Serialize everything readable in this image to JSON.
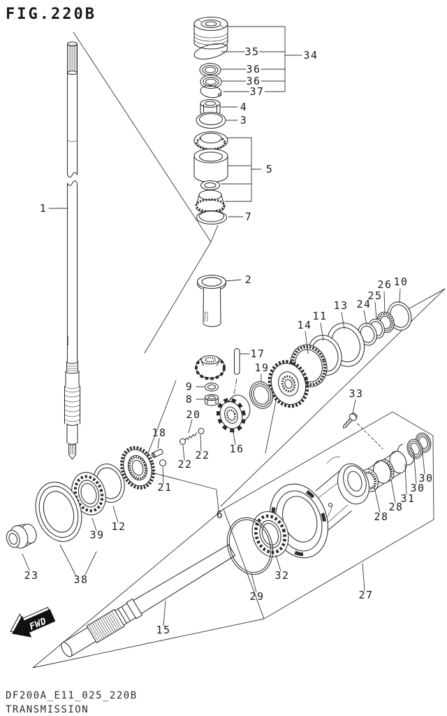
{
  "figure": {
    "title": "FIG.220B",
    "drawing_code": "DF200A_E11_025_220B",
    "drawing_caption": "TRANSMISSION",
    "fwd_label": "FWD"
  },
  "labels": [
    {
      "text": "1"
    },
    {
      "text": "2"
    },
    {
      "text": "3"
    },
    {
      "text": "4"
    },
    {
      "text": "5"
    },
    {
      "text": "7"
    },
    {
      "text": "34"
    },
    {
      "text": "35"
    },
    {
      "text": "36"
    },
    {
      "text": "36"
    },
    {
      "text": "37"
    },
    {
      "text": "17"
    },
    {
      "text": "19"
    },
    {
      "text": "9"
    },
    {
      "text": "8"
    },
    {
      "text": "20"
    },
    {
      "text": "18"
    },
    {
      "text": "22"
    },
    {
      "text": "22"
    },
    {
      "text": "16"
    },
    {
      "text": "21"
    },
    {
      "text": "12"
    },
    {
      "text": "39"
    },
    {
      "text": "38"
    },
    {
      "text": "23"
    },
    {
      "text": "14"
    },
    {
      "text": "11"
    },
    {
      "text": "13"
    },
    {
      "text": "24"
    },
    {
      "text": "25"
    },
    {
      "text": "26"
    },
    {
      "text": "10"
    },
    {
      "text": "33"
    },
    {
      "text": "6"
    },
    {
      "text": "28"
    },
    {
      "text": "28"
    },
    {
      "text": "31"
    },
    {
      "text": "30"
    },
    {
      "text": "30"
    },
    {
      "text": "29"
    },
    {
      "text": "32"
    },
    {
      "text": "27"
    },
    {
      "text": "15"
    }
  ]
}
